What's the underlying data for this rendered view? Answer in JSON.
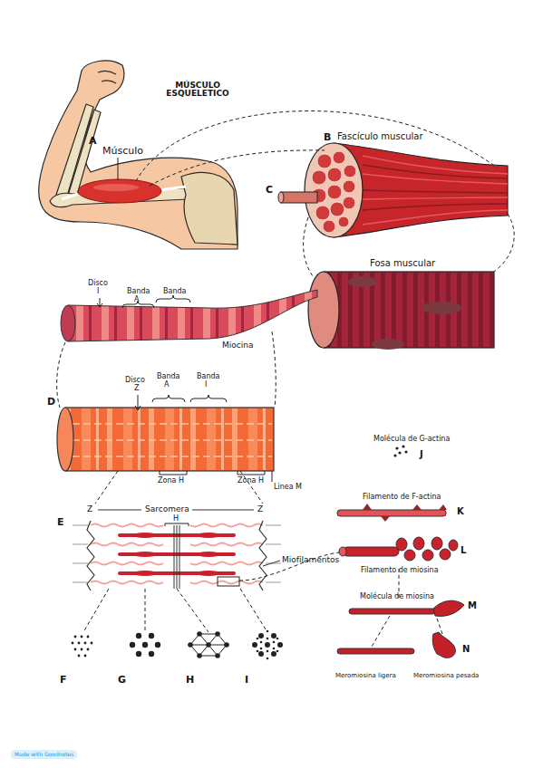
{
  "diagram": {
    "title": "MÚSCULO ESQUELETICO",
    "labels": [
      "A",
      "Músculo",
      "B",
      "Fascículo muscular",
      "C",
      "Fosa muscular",
      "Disco",
      "I",
      "Banda",
      "A",
      "Banda",
      "Miocina",
      "D",
      "Disco",
      "Z",
      "Banda",
      "A",
      "Banda",
      "I",
      "Zona H",
      "Zona H",
      "Linea M",
      "E",
      "Z",
      "Sarcomera",
      "Z",
      "H",
      "Miofilamentos",
      "F",
      "G",
      "H",
      "I",
      "Molécula de G-actina",
      "J",
      "Filamento de F-actina",
      "K",
      "L",
      "Filamento de miosina",
      "Molécula de miosina",
      "M",
      "N",
      "Meromiosina ligera",
      "Meromiosina pesada",
      "Made with Goodnotes"
    ]
  }
}
